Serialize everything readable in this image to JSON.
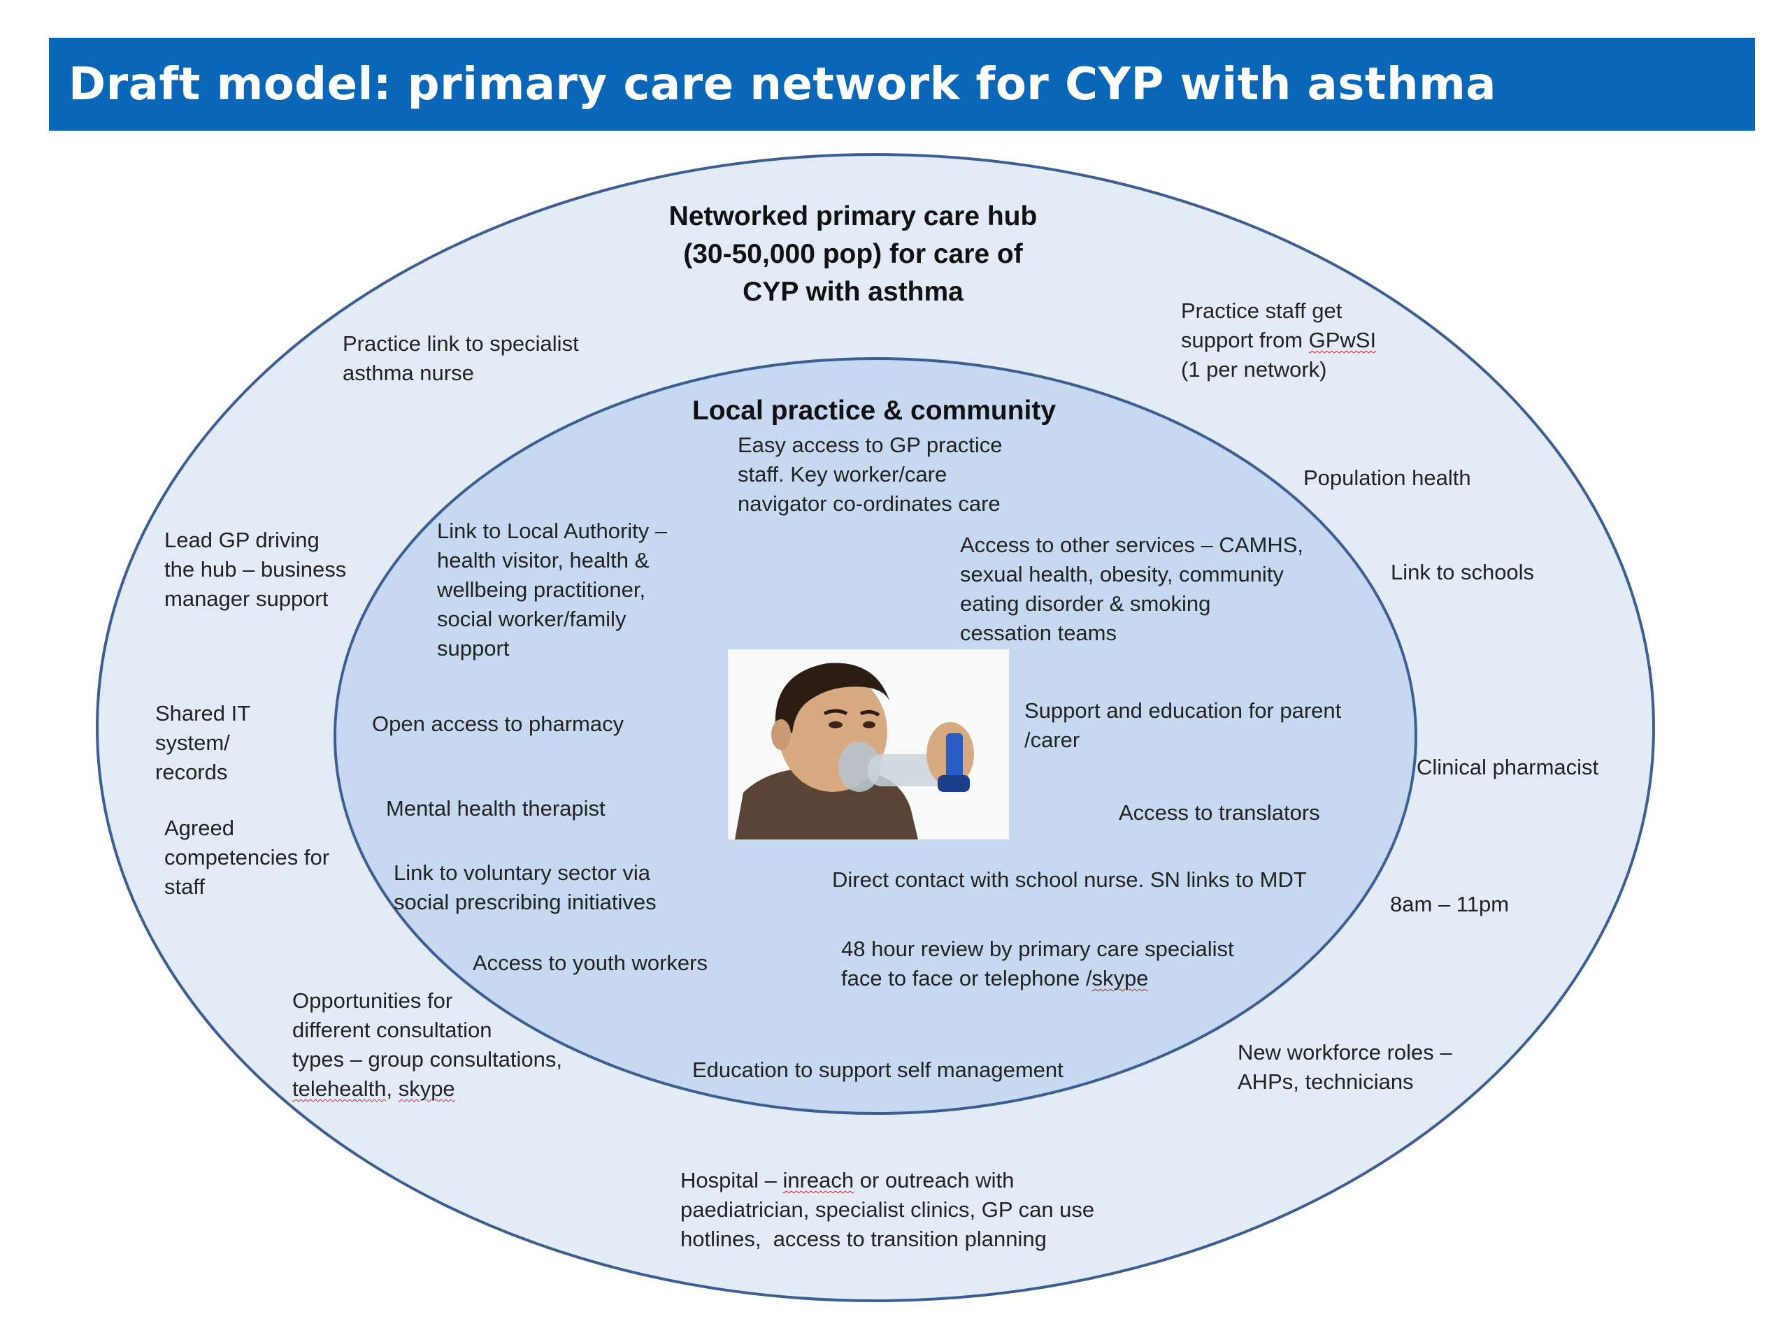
{
  "title": "Draft model: primary care network for CYP with asthma",
  "colors": {
    "banner": "#0a67b8",
    "outer_ring_fill": "#e2ebf6",
    "inner_ring_fill": "#c7d9f0",
    "ring_stroke": "#3b5f95"
  },
  "outer": {
    "heading": "Networked primary care hub\n(30-50,000 pop) for care of\nCYP with asthma",
    "practice_link": "Practice link to specialist\nasthma nurse",
    "practice_staff_pre": "Practice staff get\nsupport from ",
    "practice_staff_term": "GPwSI",
    "practice_staff_post": "\n(1 per network)",
    "population_health": "Population health",
    "link_schools": "Link to schools",
    "lead_gp": "Lead GP driving\nthe hub – business\nmanager support",
    "shared_it": "Shared IT\nsystem/\nrecords",
    "agreed_comp": "Agreed\ncompetencies for\nstaff",
    "clinical_pharmacist": "Clinical pharmacist",
    "hours": "8am – 11pm",
    "opportunities_pre": "Opportunities for\ndifferent consultation\ntypes – group consultations,\n",
    "opportunities_term1": "telehealth",
    "opportunities_mid": ", ",
    "opportunities_term2": "skype",
    "workforce": "New workforce roles –\nAHPs, technicians",
    "hospital_pre": "Hospital – ",
    "hospital_term": "inreach",
    "hospital_post": " or outreach with\npaediatrician, specialist clinics, GP can use\nhotlines,  access to transition planning"
  },
  "inner": {
    "heading": "Local practice & community",
    "easy_access": "Easy access to GP practice\nstaff. Key worker/care\nnavigator co-ordinates care",
    "local_authority": "Link to Local Authority –\nhealth visitor, health &\nwellbeing practitioner,\nsocial worker/family\nsupport",
    "other_services": "Access to other services – CAMHS,\nsexual health, obesity, community\neating disorder & smoking\ncessation teams",
    "pharmacy": "Open access to pharmacy",
    "support_parent": "Support and education for parent\n/carer",
    "mental_health": "Mental health therapist",
    "translators": "Access to translators",
    "voluntary": "Link to voluntary sector via\nsocial prescribing initiatives",
    "school_nurse": "Direct contact with school nurse. SN links to MDT",
    "youth_workers": "Access to youth workers",
    "review_pre": "48 hour review by primary care specialist\nface to face or telephone /",
    "review_term": "skype",
    "education": "Education to support self management"
  }
}
